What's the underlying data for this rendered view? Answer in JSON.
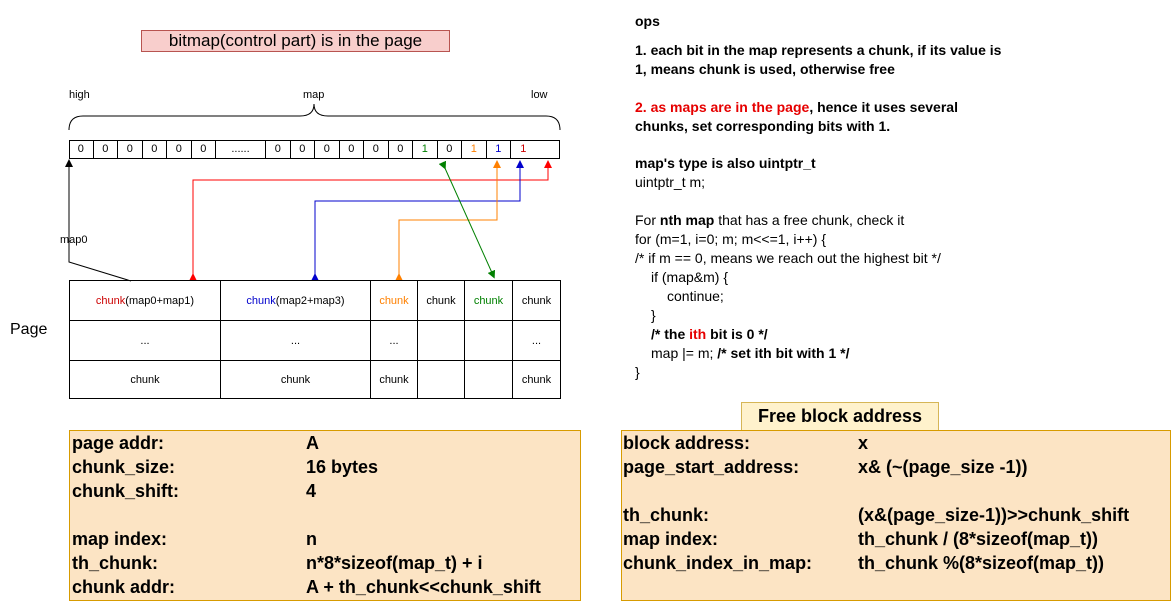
{
  "diagram": {
    "title": "bitmap(control part) is in the page",
    "labels": {
      "high": "high",
      "map": "map",
      "low": "low",
      "map0": "map0",
      "page": "Page"
    },
    "bits": [
      {
        "v": "0",
        "color": "#000000"
      },
      {
        "v": "0",
        "color": "#000000"
      },
      {
        "v": "0",
        "color": "#000000"
      },
      {
        "v": "0",
        "color": "#000000"
      },
      {
        "v": "0",
        "color": "#000000"
      },
      {
        "v": "0",
        "color": "#000000"
      },
      {
        "v": "......",
        "color": "#000000"
      },
      {
        "v": "0",
        "color": "#000000"
      },
      {
        "v": "0",
        "color": "#000000"
      },
      {
        "v": "0",
        "color": "#000000"
      },
      {
        "v": "0",
        "color": "#000000"
      },
      {
        "v": "0",
        "color": "#000000"
      },
      {
        "v": "0",
        "color": "#000000"
      },
      {
        "v": "1",
        "color": "#008000"
      },
      {
        "v": "0",
        "color": "#000000"
      },
      {
        "v": "1",
        "color": "#ff8000"
      },
      {
        "v": "1",
        "color": "#0000cc"
      },
      {
        "v": "1",
        "color": "#cc0000"
      }
    ],
    "page_grid": {
      "row1": [
        {
          "prefix": "chunk",
          "prefix_color": "#cc0000",
          "suffix": "(map0+map1)"
        },
        {
          "prefix": "chunk",
          "prefix_color": "#0000cc",
          "suffix": "(map2+map3)"
        },
        {
          "prefix": "chunk",
          "prefix_color": "#ff8000",
          "suffix": ""
        },
        {
          "prefix": "chunk",
          "prefix_color": "#000000",
          "suffix": ""
        },
        {
          "prefix": "chunk",
          "prefix_color": "#008000",
          "suffix": ""
        },
        {
          "prefix": "chunk",
          "prefix_color": "#000000",
          "suffix": ""
        }
      ],
      "row2": [
        "...",
        "...",
        "...",
        "",
        "",
        "..."
      ],
      "row3": [
        "chunk",
        "chunk",
        "chunk",
        "",
        "",
        "chunk"
      ]
    },
    "arrow_colors": {
      "red": "#ff0000",
      "blue": "#0000cc",
      "orange": "#ff8000",
      "green": "#008000"
    }
  },
  "page_info": {
    "rows": [
      {
        "k": "page addr:",
        "v": "A"
      },
      {
        "k": "chunk_size:",
        "v": "16 bytes"
      },
      {
        "k": "chunk_shift:",
        "v": " 4"
      },
      {
        "k": "map index:",
        "v": "n"
      },
      {
        "k": "th_chunk:",
        "v": " n*8*sizeof(map_t) + i"
      },
      {
        "k": "chunk addr:",
        "v": " A + th_chunk<<chunk_shift"
      }
    ]
  },
  "ops": {
    "heading": "ops",
    "p1_line1": "1. each bit in the map represents a chunk, if its value is",
    "p1_line2": "1, means chunk is used, otherwise free",
    "p2_num": "2. ",
    "p2_red": "as maps are in the page",
    "p2_rest": ", hence it uses several",
    "p2_line2": "chunks, set corresponding bits with 1.",
    "type_line1": "map's type is also uintptr_t",
    "type_line2": "uintptr_t m;",
    "code_l1_a": "For ",
    "code_l1_b": "nth map",
    "code_l1_c": " that has a free chunk, check it",
    "code_l2": "for (m=1, i=0; m; m<<=1, i++) {",
    "code_l3": "/* if m == 0, means we reach out the highest bit */",
    "code_l4": "if (map&m) {",
    "code_l5": "continue;",
    "code_l6": "}",
    "code_l7_a": "/* the ",
    "code_l7_b": "ith",
    "code_l7_c": " bit is 0 */",
    "code_l8_a": "map |= m; ",
    "code_l8_b": "/* set ith bit with 1 */",
    "code_l9": "}"
  },
  "free_block": {
    "title": "Free block address",
    "rows": [
      {
        "k": "block address:",
        "v": "x"
      },
      {
        "k": "page_start_address:",
        "v": "x& (~(page_size -1))"
      },
      {
        "k": "th_chunk:",
        "v": "(x&(page_size-1))>>chunk_shift"
      },
      {
        "k": "map index:",
        "v": "th_chunk / (8*sizeof(map_t))"
      },
      {
        "k": "chunk_index_in_map:",
        "v": "th_chunk %(8*sizeof(map_t))"
      }
    ]
  }
}
